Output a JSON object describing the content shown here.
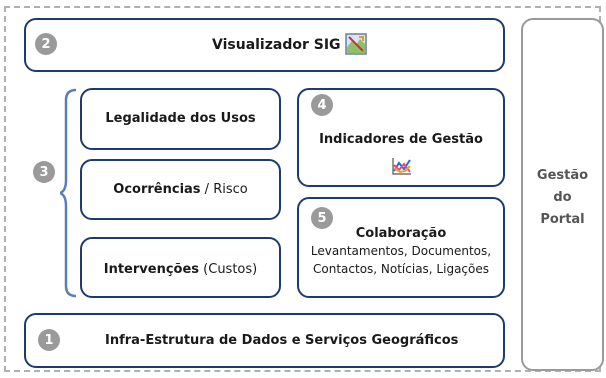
{
  "visualizador": {
    "number": "2",
    "label": "Visualizador SIG"
  },
  "group3": {
    "number": "3"
  },
  "legalidade": {
    "label": "Legalidade dos Usos"
  },
  "ocorrencias": {
    "bold": "Ocorrências",
    "rest": " / Risco"
  },
  "intervencoes": {
    "bold": "Intervenções",
    "rest": " (Custos)"
  },
  "indicadores": {
    "number": "4",
    "label": "Indicadores de Gestão"
  },
  "colaboracao": {
    "number": "5",
    "title": "Colaboração",
    "line1": "Levantamentos, Documentos,",
    "line2": "Contactos, Notícias, Ligações"
  },
  "infra": {
    "number": "1",
    "label": "Infra-Estrutura de Dados e Serviços Geográficos"
  },
  "portal": {
    "line1": "Gestão",
    "line2": "do",
    "line3": "Portal"
  },
  "colors": {
    "border": "#1f3a73",
    "badge": "#9a9a9a",
    "portal_border": "#9a9a9a"
  }
}
